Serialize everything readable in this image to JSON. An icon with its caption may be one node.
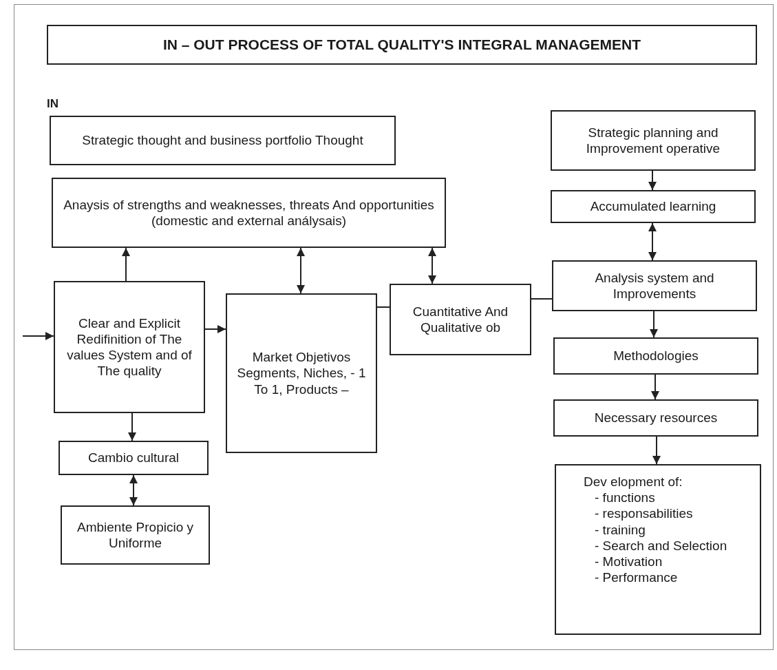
{
  "diagram": {
    "title": "IN – OUT PROCESS OF TOTAL QUALITY'S INTEGRAL MANAGEMENT",
    "nodes": [
      {
        "text": [
          "Strategic thought and business portfolio Thought"
        ]
      },
      {
        "text": [
          "Anaysis of strengths and weaknesses, threats And opportunities (domestic and external análysais)"
        ]
      },
      {
        "text": [
          "Clear and Explicit Redifinition of The values System and of The quality"
        ]
      },
      {
        "text": [
          "Market Objetivos Segments, Niches, - 1 To 1, Products –"
        ]
      },
      {
        "text": [
          "Cuantitative And Qualitative ob"
        ]
      },
      {
        "text": [
          "Cambio cultural"
        ]
      },
      {
        "text": [
          "Ambiente Propicio y Uniforme"
        ]
      },
      {
        "text": [
          "Strategic planning and Improvement operative"
        ]
      },
      {
        "text": [
          "Accumulated  learning"
        ]
      },
      {
        "text": [
          "Analysis system and Improvements"
        ]
      },
      {
        "text": [
          "Methodologies"
        ]
      },
      {
        "text": [
          "Necessary resources"
        ]
      },
      {
        "text": [
          "Dev elopment of:",
          "- functions",
          "- responsabilities",
          "- training",
          "- Search and Selection",
          "- Motivation",
          "- Performance"
        ]
      }
    ],
    "edges": [
      {
        "from": null,
        "to": 2,
        "arrow": "to"
      },
      {
        "from": 2,
        "to": 1,
        "arrow": "to"
      },
      {
        "from": 2,
        "to": 3,
        "arrow": "to"
      },
      {
        "from": 1,
        "to": 3,
        "arrow": "both"
      },
      {
        "from": 1,
        "to": 4,
        "arrow": "both"
      },
      {
        "from": 3,
        "to": 4,
        "arrow": "none"
      },
      {
        "from": 4,
        "to": 9,
        "arrow": "none"
      },
      {
        "from": 7,
        "to": 8,
        "arrow": "to"
      },
      {
        "from": 8,
        "to": 9,
        "arrow": "both"
      },
      {
        "from": 9,
        "to": 10,
        "arrow": "to"
      },
      {
        "from": 10,
        "to": 11,
        "arrow": "to"
      },
      {
        "from": 11,
        "to": 12,
        "arrow": "to"
      },
      {
        "from": 2,
        "to": 5,
        "arrow": "to"
      },
      {
        "from": 5,
        "to": 6,
        "arrow": "both"
      }
    ],
    "labels": [
      "IN"
    ]
  }
}
